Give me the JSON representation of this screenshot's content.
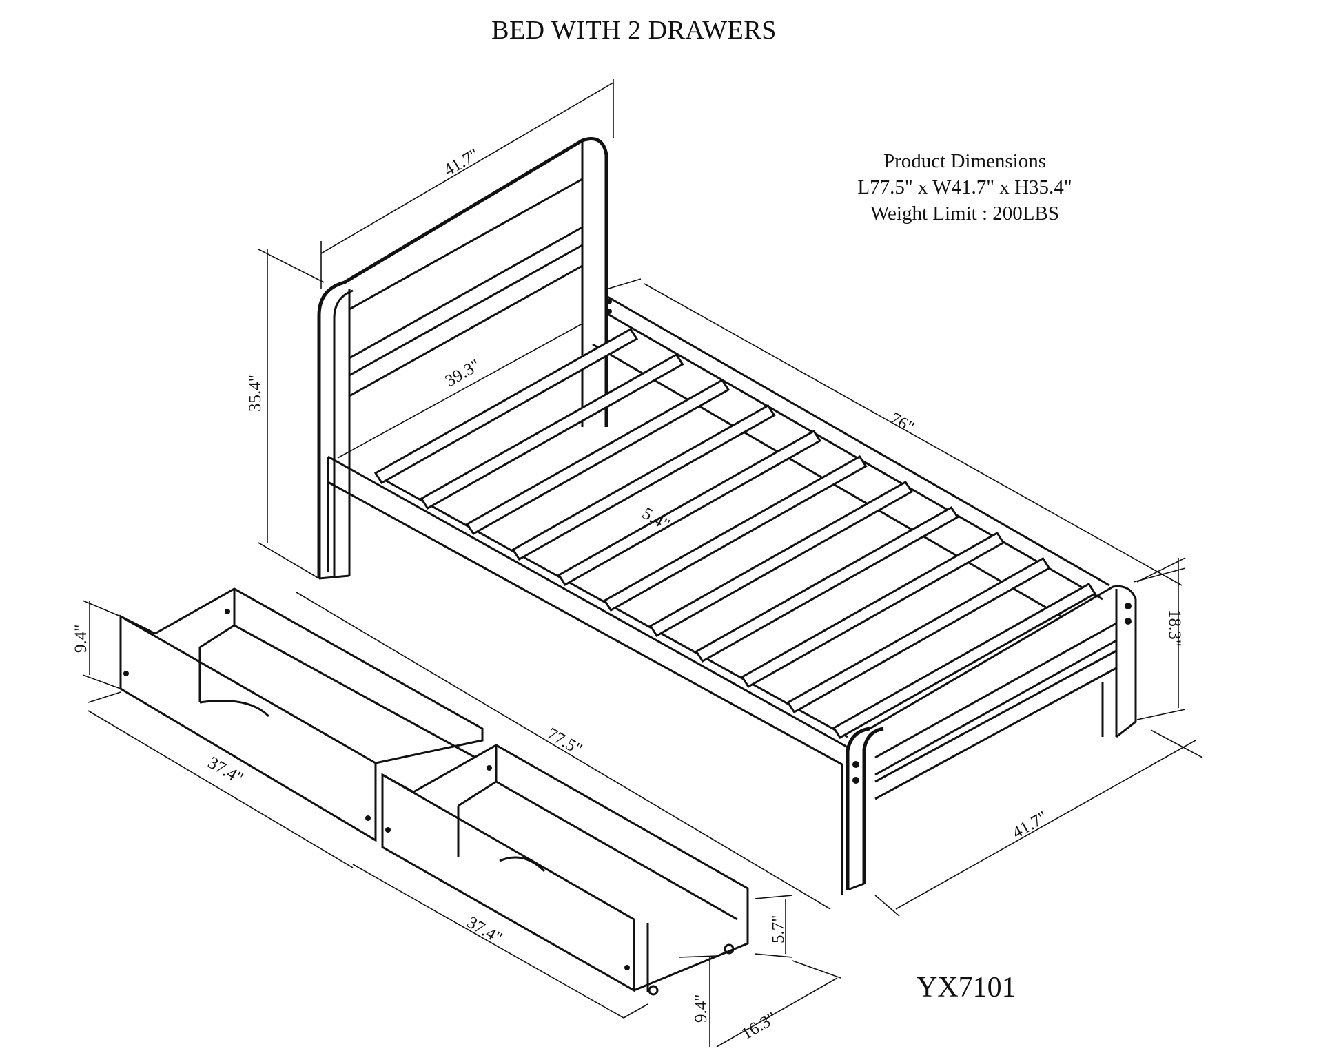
{
  "title": "BED WITH 2 DRAWERS",
  "specs": {
    "heading": "Product Dimensions",
    "size": "L77.5\" x W41.7\" x H35.4\"",
    "weight": "Weight Limit : 200LBS"
  },
  "model": "YX7101",
  "dimensions": {
    "headboard_width": "41.7\"",
    "headboard_height": "35.4\"",
    "inner_width": "39.3\"",
    "rail_length": "76\"",
    "slat_gap": "5.4\"",
    "footboard_height": "18.3\"",
    "footboard_width": "41.7\"",
    "overall_length": "77.5\"",
    "drawer1_height": "9.4\"",
    "drawer1_length": "37.4\"",
    "drawer2_length": "37.4\"",
    "drawer2_side_height": "5.7\"",
    "drawer2_height": "9.4\"",
    "drawer2_depth": "16.3\""
  }
}
